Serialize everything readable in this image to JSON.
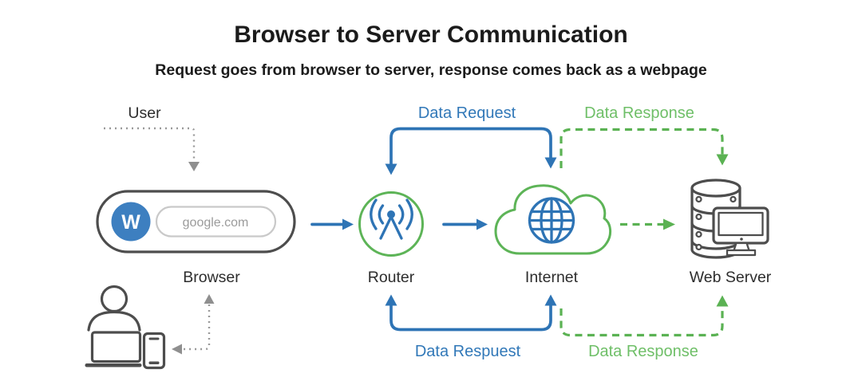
{
  "title": "Browser to Server Communication",
  "subtitle": "Request goes from browser to server, response comes back as a webpage",
  "colors": {
    "request_blue": "#2e74b5",
    "response_green": "#5bb253",
    "request_text_blue": "#3178b8",
    "response_text_green": "#6fbf68",
    "outline_dark": "#4d4d4d",
    "label_dark": "#2d2d2d",
    "dotted_gray": "#999999",
    "browser_logo_blue": "#3d7fc0",
    "url_text_gray": "#9b9b9b"
  },
  "nodes": {
    "user": {
      "label": "User"
    },
    "browser": {
      "label": "Browser",
      "logo_letter": "W",
      "url_text": "google.com"
    },
    "router": {
      "label": "Router"
    },
    "internet": {
      "label": "Internet"
    },
    "web_server": {
      "label": "Web Server"
    }
  },
  "flow_labels": {
    "top_request": "Data Request",
    "top_response": "Data Response",
    "bottom_request": "Data Respuest",
    "bottom_response": "Data Response"
  }
}
